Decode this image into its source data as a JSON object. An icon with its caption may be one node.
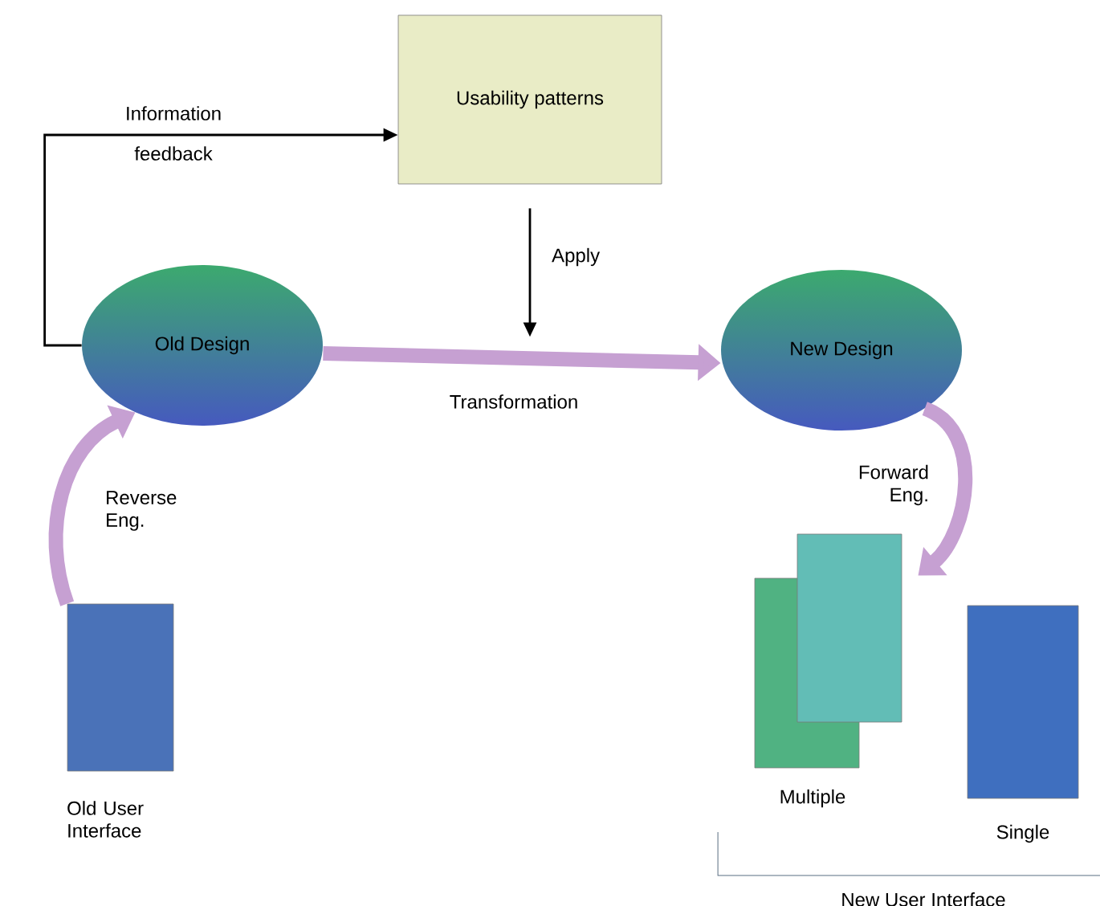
{
  "diagram": {
    "nodes": [
      {
        "text": [
          "Usability patterns"
        ]
      },
      {
        "text": [
          "Old Design"
        ]
      },
      {
        "text": [
          "New Design"
        ]
      },
      {
        "text": [],
        "shape": "box",
        "beside": [
          "Old User Interface"
        ]
      },
      {
        "text": [],
        "shape": "box",
        "beside": [
          "Multiple"
        ]
      },
      {
        "text": [],
        "shape": "box",
        "beside": [
          "Single"
        ]
      }
    ],
    "edges": [
      {
        "from": 3,
        "to": 1,
        "arrow": "to",
        "label": "Reverse Eng.",
        "color": "#c6a0d2"
      },
      {
        "from": 1,
        "to": 0,
        "arrow": "to",
        "label": "Information feedback",
        "color": "#000000"
      },
      {
        "from": 0,
        "to": null,
        "arrow": "to",
        "label": "Apply",
        "color": "#000000"
      },
      {
        "from": 1,
        "to": 2,
        "arrow": "to",
        "label": "Transformation",
        "color": "#c6a0d2"
      },
      {
        "from": 2,
        "to": 4,
        "arrow": "to",
        "label": "Forward Eng.",
        "color": "#c6a0d2"
      }
    ],
    "labels": [
      "New User Interface"
    ]
  }
}
